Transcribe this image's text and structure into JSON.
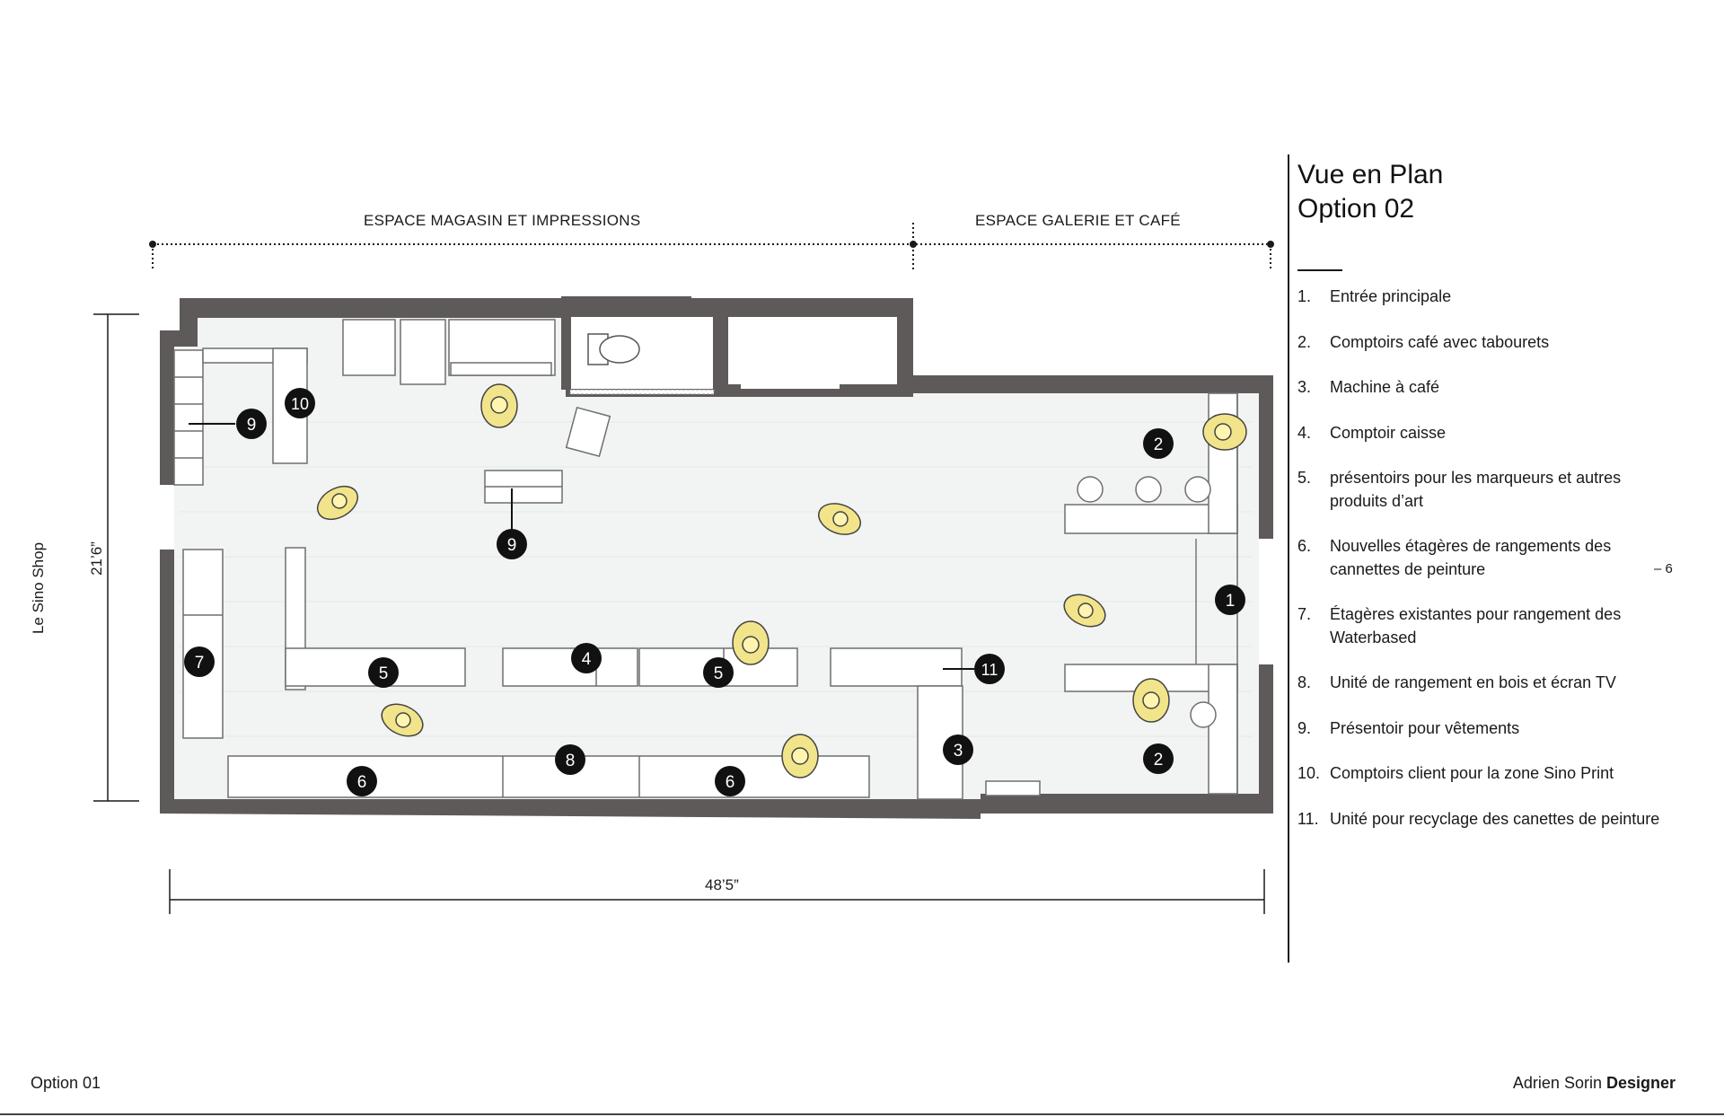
{
  "zones": {
    "left": "ESPACE MAGASIN ET IMPRESSIONS",
    "right": "ESPACE GALERIE ET CAFÉ"
  },
  "side_title": "Le Sino Shop",
  "dimensions": {
    "height": "21’6”",
    "width": "48’5”"
  },
  "panel": {
    "title_line1": "Vue en Plan",
    "title_line2": "Option 02"
  },
  "legend": [
    {
      "num": "1.",
      "text": "Entrée principale"
    },
    {
      "num": "2.",
      "text": "Comptoirs café avec tabourets"
    },
    {
      "num": "3.",
      "text": "Machine à café"
    },
    {
      "num": "4.",
      "text": "Comptoir caisse"
    },
    {
      "num": "5.",
      "text": "présentoirs pour les marqueurs et autres produits d’art"
    },
    {
      "num": "6.",
      "text": "Nouvelles étagères de rangements des cannettes de peinture"
    },
    {
      "num": "7.",
      "text": "Étagères existantes pour rangement des Waterbased"
    },
    {
      "num": "8.",
      "text": "Unité de rangement en bois et écran TV"
    },
    {
      "num": "9.",
      "text": "Présentoir pour vêtements"
    },
    {
      "num": "10.",
      "text": "Comptoirs client pour la zone Sino Print"
    },
    {
      "num": "11.",
      "text": "Unité pour recyclage des canettes de peinture"
    }
  ],
  "markers": [
    "1",
    "2",
    "2",
    "3",
    "4",
    "5",
    "5",
    "6",
    "6",
    "7",
    "8",
    "9",
    "9",
    "10",
    "11"
  ],
  "page_number": "– 6",
  "footer": {
    "left": "Option 01",
    "right_name": "Adrien Sorin ",
    "right_role": "Designer"
  },
  "colors": {
    "wall": "#5e5a5a",
    "floor": "#f1f4f3",
    "person": "#f2e48a",
    "marker": "#111111"
  }
}
